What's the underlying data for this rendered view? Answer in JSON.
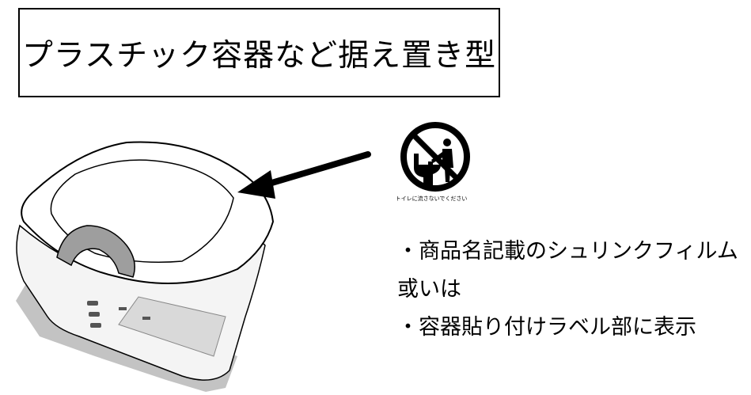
{
  "title": "プラスチック容器など据え置き型",
  "symbol": {
    "icon": "no-toilet-flush-icon",
    "caption": "トイレに流さないでください"
  },
  "notes": [
    "・商品名記載のシュリンクフィルム",
    "或いは",
    "・容器貼り付けラベル部に表示"
  ],
  "colors": {
    "line": "#000000",
    "background": "#ffffff",
    "container_shade": "#d9d9d9"
  }
}
